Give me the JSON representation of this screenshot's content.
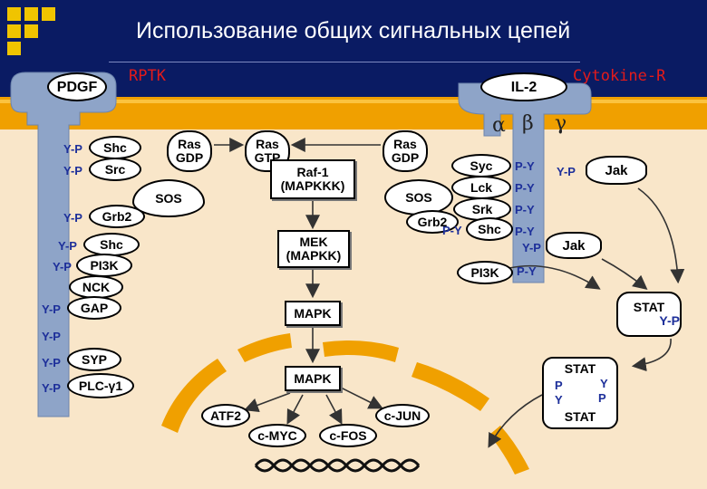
{
  "slide": {
    "title": "Использование общих сигнальных цепей",
    "label_rptk": "RPTK",
    "label_cytokine": "Cytokine-R",
    "accent_colors": {
      "header": "#0a1b63",
      "membrane": "#f0a000",
      "background": "#f9e6c9",
      "receptor": "#8ea4c8",
      "label_red": "#e31b1b",
      "phospho": "#1d2f9a"
    }
  },
  "rptk": {
    "ligand": "PDGF",
    "adapters": [
      {
        "py": "Y-P",
        "name": "Shc"
      },
      {
        "py": "Y-P",
        "name": "Src"
      },
      {
        "py": "Y-P",
        "name": "Grb2"
      },
      {
        "py": "Y-P",
        "name": "Shc"
      },
      {
        "py": "Y-P",
        "name": "PI3K"
      },
      {
        "py": "",
        "name": "NCK"
      },
      {
        "py": "Y-P",
        "name": "GAP"
      },
      {
        "py": "Y-P",
        "name": ""
      },
      {
        "py": "Y-P",
        "name": "SYP"
      },
      {
        "py": "Y-P",
        "name": "PLC-γ1"
      }
    ]
  },
  "ras_cycle": {
    "ras_gdp_left": "Ras\nGDP",
    "ras_gtp": "Ras\nGTP",
    "sos_left": "SOS",
    "ras_gdp_right": "Ras\nGDP",
    "sos_right": "SOS",
    "grb2_right": "Grb2"
  },
  "cascade": {
    "raf": "Raf-1\n(MAPKKK)",
    "mek": "MEK\n(MAPKK)",
    "mapk_cyto": "MAPK",
    "mapk_nuc": "MAPK",
    "targets": [
      "ATF2",
      "c-MYC",
      "c-FOS",
      "c-JUN"
    ]
  },
  "cytokine": {
    "ligand": "IL-2",
    "subunits": [
      "α",
      "β",
      "γ"
    ],
    "adapters": [
      {
        "name": "Syc",
        "py": "P-Y"
      },
      {
        "name": "Lck",
        "py": "P-Y"
      },
      {
        "name": "Srk",
        "py": "P-Y"
      },
      {
        "name": "Shc",
        "py": "P-Y",
        "py_left": "P-Y"
      },
      {
        "name": "",
        "py": "Y-P"
      },
      {
        "name": "PI3K",
        "py": "P-Y"
      }
    ],
    "jak_top": "Jak",
    "jak_top_py": "Y-P",
    "jak_bottom": "Jak",
    "stat_single": "STAT",
    "stat_single_py": "Y-P",
    "stat_dimer_top": "STAT",
    "stat_dimer_bottom": "STAT",
    "dimer_p_left": "P",
    "dimer_y_left": "Y",
    "dimer_y_right": "Y",
    "dimer_p_right": "P"
  }
}
